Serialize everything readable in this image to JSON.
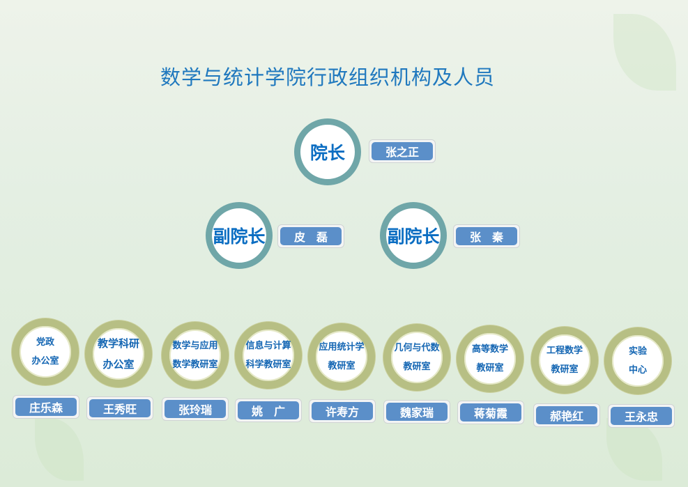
{
  "title": "数学与统计学院行政组织机构及人员",
  "dean": {
    "role": "院长",
    "name": "张之正"
  },
  "vice_deans": [
    {
      "role": "副院长",
      "name": "皮　磊"
    },
    {
      "role": "副院长",
      "name": "张　秦"
    }
  ],
  "departments": [
    {
      "line1": "党政",
      "line2": "办公室",
      "name": "庄乐森"
    },
    {
      "line1": "教学科研",
      "line2": "办公室",
      "name": "王秀旺"
    },
    {
      "line1": "数学与应用",
      "line2": "数学教研室",
      "name": "张玲瑞"
    },
    {
      "line1": "信息与计算",
      "line2": "科学教研室",
      "name": "姚　广"
    },
    {
      "line1": "应用统计学",
      "line2": "教研室",
      "name": "许寿方"
    },
    {
      "line1": "几何与代数",
      "line2": "教研室",
      "name": "魏家瑞"
    },
    {
      "line1": "高等数学",
      "line2": "教研室",
      "name": "蒋菊霞"
    },
    {
      "line1": "工程数学",
      "line2": "教研室",
      "name": "郝艳红"
    },
    {
      "line1": "实验",
      "line2": "中心",
      "name": "王永忠"
    }
  ]
}
